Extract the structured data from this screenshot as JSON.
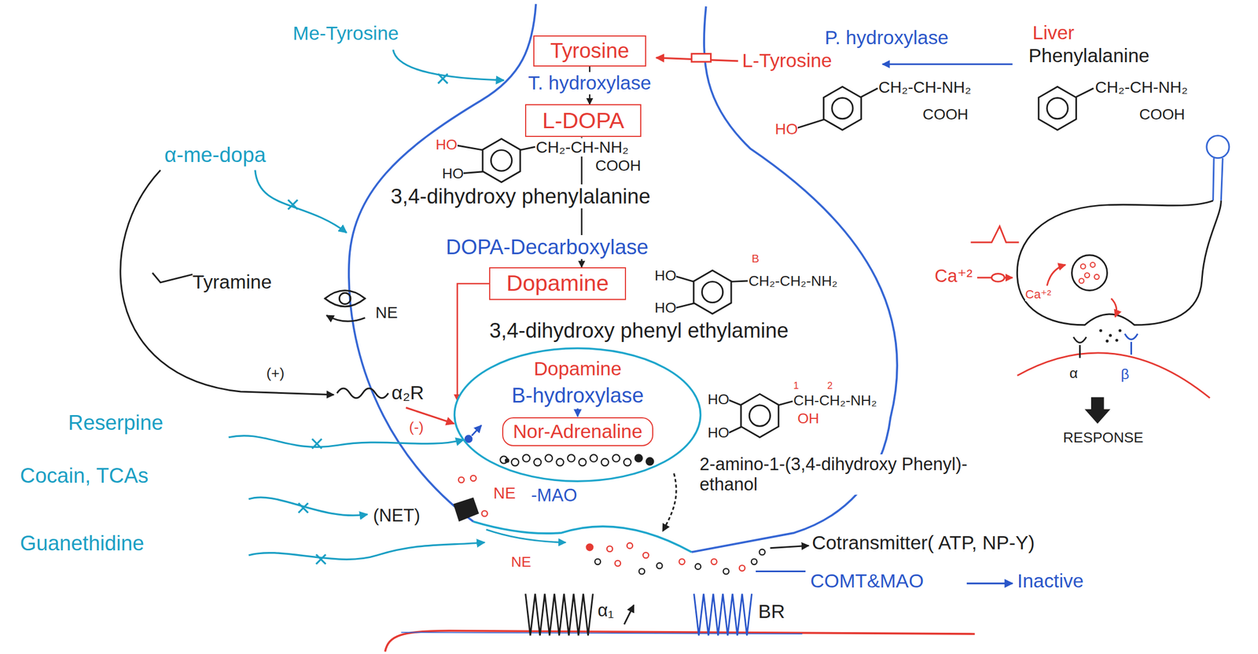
{
  "diagram": {
    "nodes": [
      {
        "text": [
          "Tyrosine"
        ]
      },
      {
        "text": [
          "L-DOPA"
        ]
      },
      {
        "text": [
          "Dopamine"
        ]
      },
      {
        "text": [
          "Dopamine",
          "B-hydroxylase"
        ]
      },
      {
        "text": [
          "Nor-Adrenaline"
        ],
        "in": 3
      }
    ],
    "edges": [
      {
        "from": 0,
        "to": 1,
        "arrow": "to",
        "label": "T. hydroxylase"
      },
      {
        "from": 1,
        "to": 2,
        "arrow": "to",
        "label": "DOPA-Decarboxylase"
      },
      {
        "from": 2,
        "to": 3,
        "arrow": "to"
      }
    ],
    "labels": [
      "Me-Tyrosine",
      "P. hydroxylase",
      "Liver",
      "L-Tyrosine",
      "Phenylalanine",
      "CH₂-CH-NH₂",
      "COOH",
      "HO",
      "CH₂-CH-NH₂",
      "COOH",
      "α-me-dopa",
      "HO",
      "CH₂-CH-NH₂",
      "COOH",
      "HO",
      "3,4-dihydroxy phenylalanine",
      "Tyramine",
      "B",
      "HO",
      "CH₂-CH₂-NH₂",
      "NE",
      "HO",
      "3,4-dihydroxy phenyl ethylamine",
      "(+)",
      "α₂R",
      "1",
      "2",
      "HO",
      "CH-CH₂-NH₂",
      "Reserpine",
      "OH",
      "(-)",
      "HO",
      "2-amino-1-(3,4-dihydroxy Phenyl)-ethanol",
      "Cocain, TCAs",
      "NE",
      "-MAO",
      "(NET)",
      "Guanethidine",
      "Cotransmitter( ATP, NP-Y)",
      "NE",
      "COMT&MAO",
      "Inactive",
      "α₁",
      "BR",
      "Ca⁺²",
      "Ca⁺²",
      "α",
      "β",
      "RESPONSE"
    ]
  }
}
